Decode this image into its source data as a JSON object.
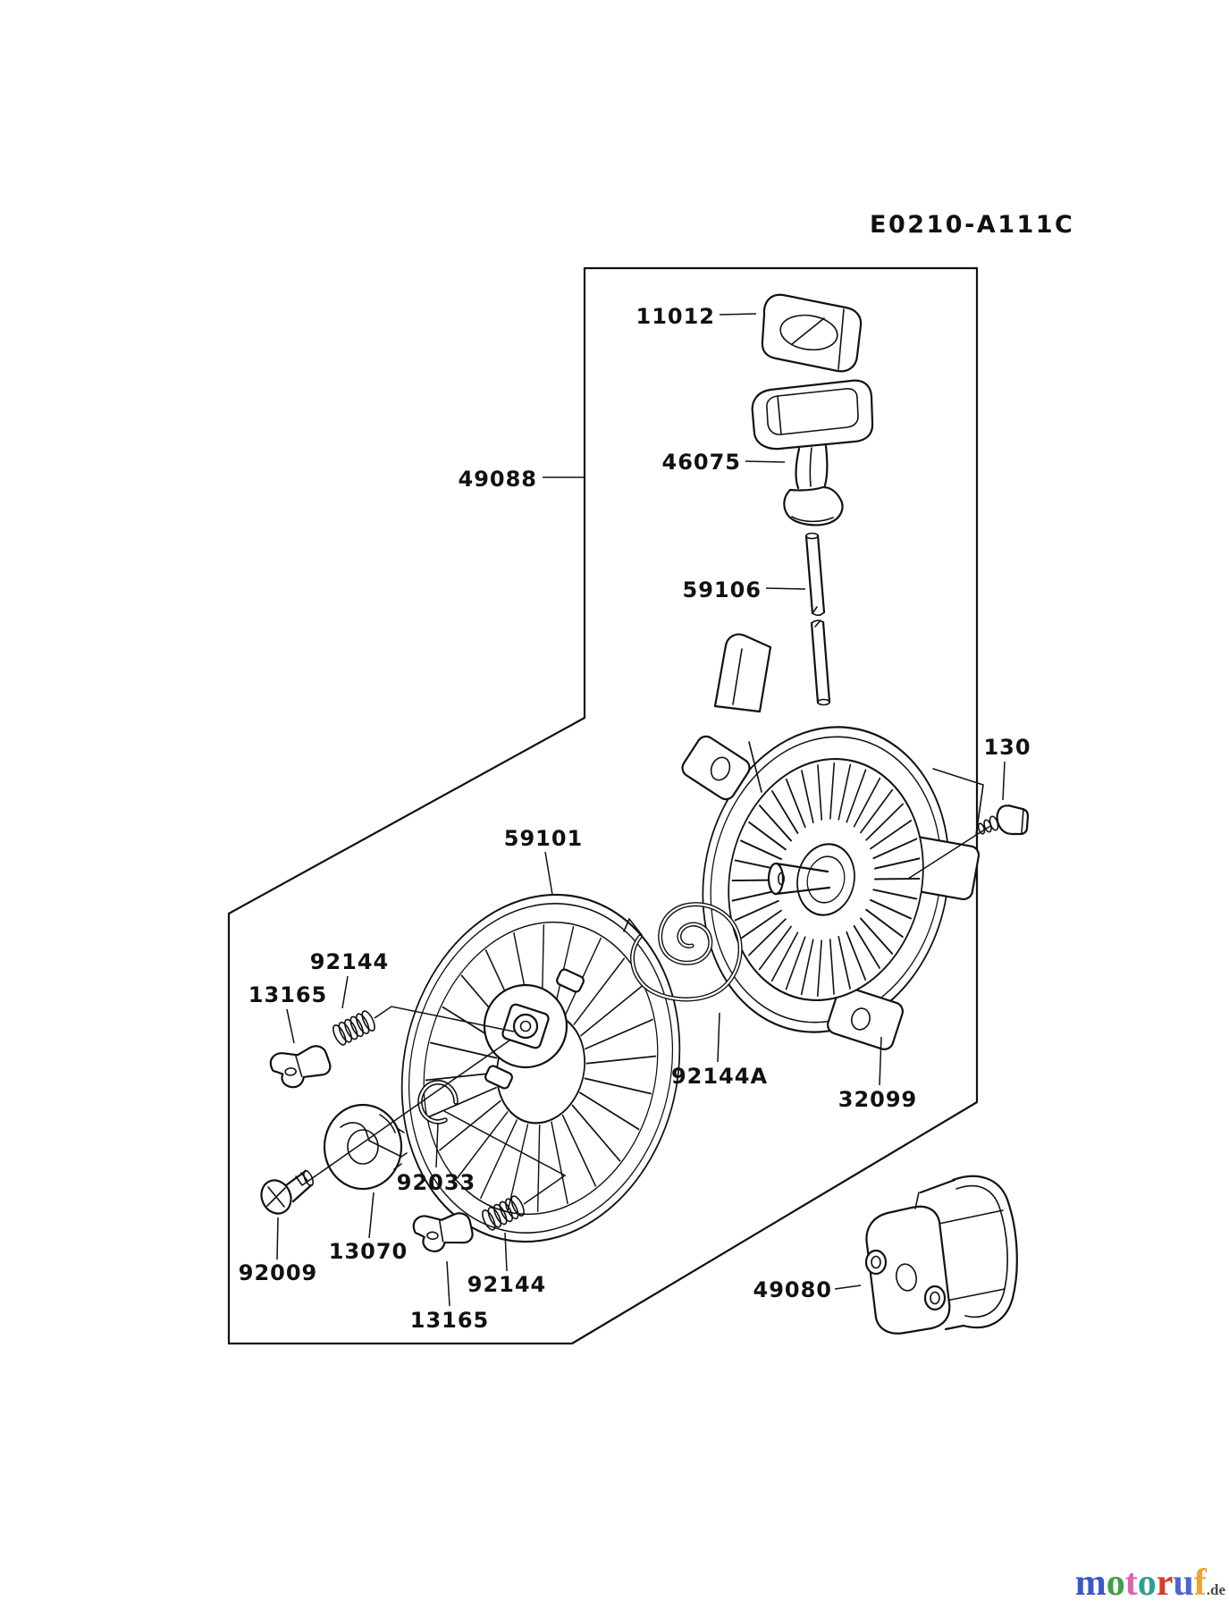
{
  "title": "E0210-A111C",
  "part_labels": [
    "49088",
    "11012",
    "46075",
    "59106",
    "130",
    "59101",
    "92144",
    "13165",
    "92144A",
    "32099",
    "92033",
    "13070",
    "92009",
    "13165",
    "92144",
    "49080"
  ],
  "watermark": {
    "letters": [
      {
        "char": "m",
        "color": "#3a57c4"
      },
      {
        "char": "o",
        "color": "#3f9f4a"
      },
      {
        "char": "t",
        "color": "#e161ab"
      },
      {
        "char": "o",
        "color": "#2d9f99"
      },
      {
        "char": "r",
        "color": "#da3a2e"
      },
      {
        "char": "u",
        "color": "#4c63d2"
      },
      {
        "char": "f",
        "color": "#efa22e"
      }
    ],
    "suffix": {
      "text": ".de",
      "color": "#4a4a4a"
    }
  }
}
